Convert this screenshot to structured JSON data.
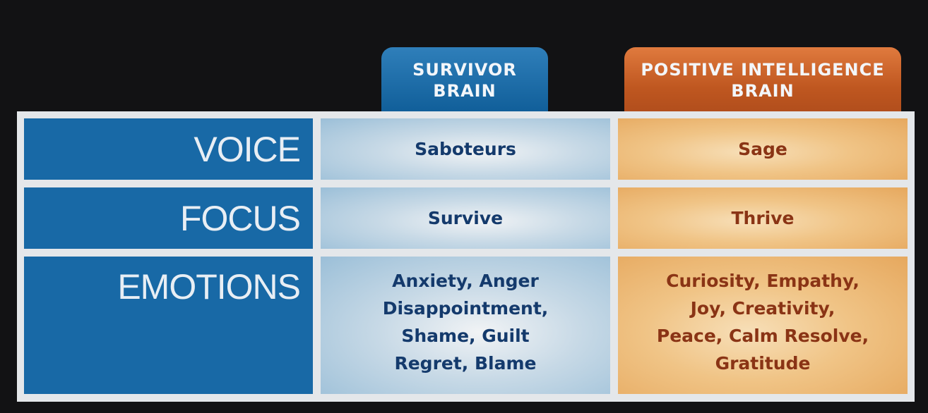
{
  "columns": {
    "survivor": [
      "SURVIVOR",
      "BRAIN"
    ],
    "positive_intelligence": [
      "POSITIVE INTELLIGENCE",
      "BRAIN"
    ]
  },
  "rows": [
    {
      "label": "VOICE",
      "survivor": [
        "Saboteurs"
      ],
      "positive_intelligence": [
        "Sage"
      ]
    },
    {
      "label": "FOCUS",
      "survivor": [
        "Survive"
      ],
      "positive_intelligence": [
        "Thrive"
      ]
    },
    {
      "label": "EMOTIONS",
      "survivor": [
        "Anxiety, Anger",
        "Disappointment,",
        "Shame, Guilt",
        "Regret, Blame"
      ],
      "positive_intelligence": [
        "Curiosity, Empathy,",
        "Joy, Creativity,",
        "Peace, Calm Resolve,",
        "Gratitude"
      ]
    }
  ],
  "colors": {
    "survivor_header": "#1a6aa7",
    "pq_header": "#c45a22",
    "row_label_bg": "#1869a6",
    "survivor_text": "#143a6c",
    "pq_text": "#8a3415"
  }
}
